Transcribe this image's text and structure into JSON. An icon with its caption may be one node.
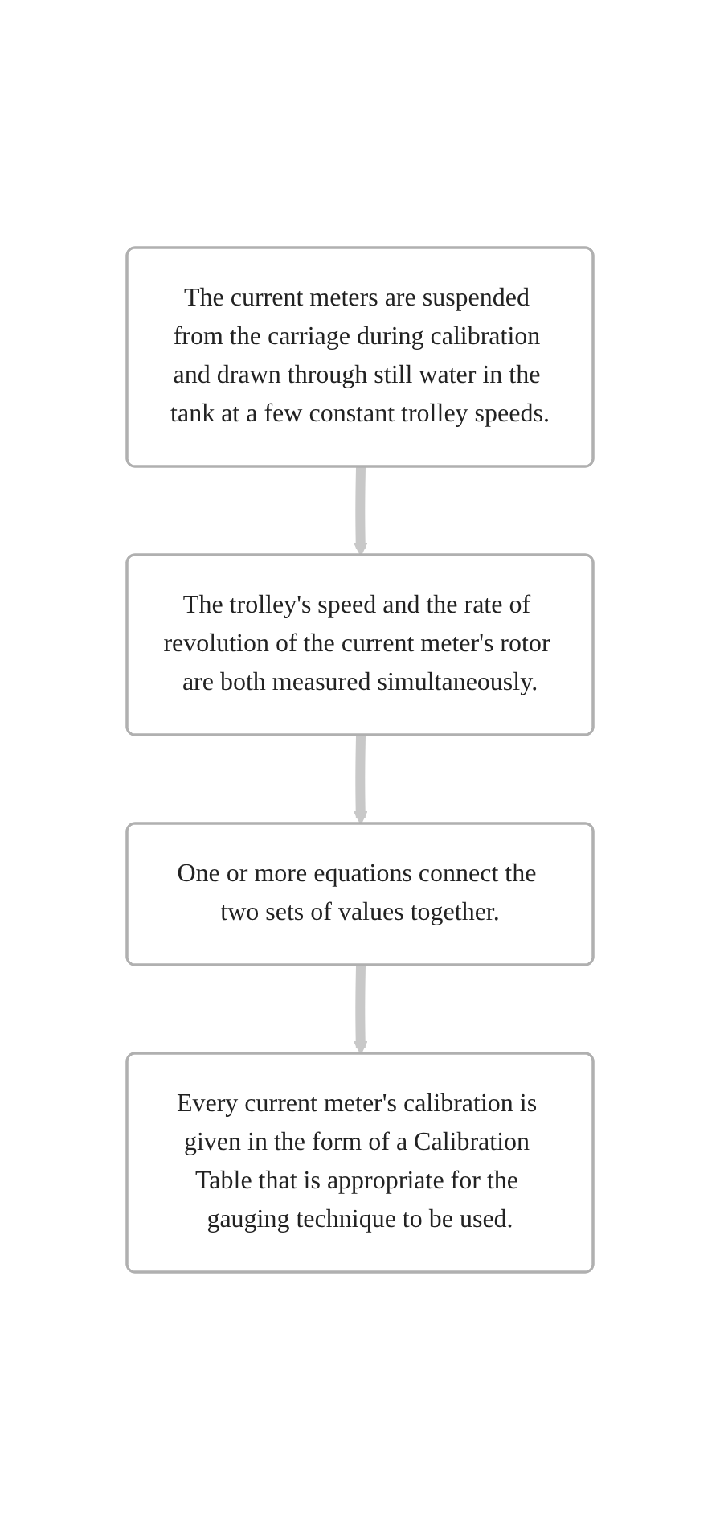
{
  "diagram": {
    "nodes": [
      {
        "text": [
          "The current meters are suspended from the carriage during calibration and drawn through still water in the tank at a few constant trolley speeds."
        ]
      },
      {
        "text": [
          "The trolley's speed and the rate of revolution of the current meter's rotor are both measured simultaneously."
        ]
      },
      {
        "text": [
          "One or more equations connect the two sets of values together."
        ]
      },
      {
        "text": [
          "Every current meter's calibration is given in the form of a Calibration Table that is appropriate for the gauging technique to be used."
        ]
      }
    ],
    "edges": [
      {
        "from": 0,
        "to": 1,
        "arrow": "to"
      },
      {
        "from": 1,
        "to": 2,
        "arrow": "to"
      },
      {
        "from": 2,
        "to": 3,
        "arrow": "to"
      }
    ]
  }
}
